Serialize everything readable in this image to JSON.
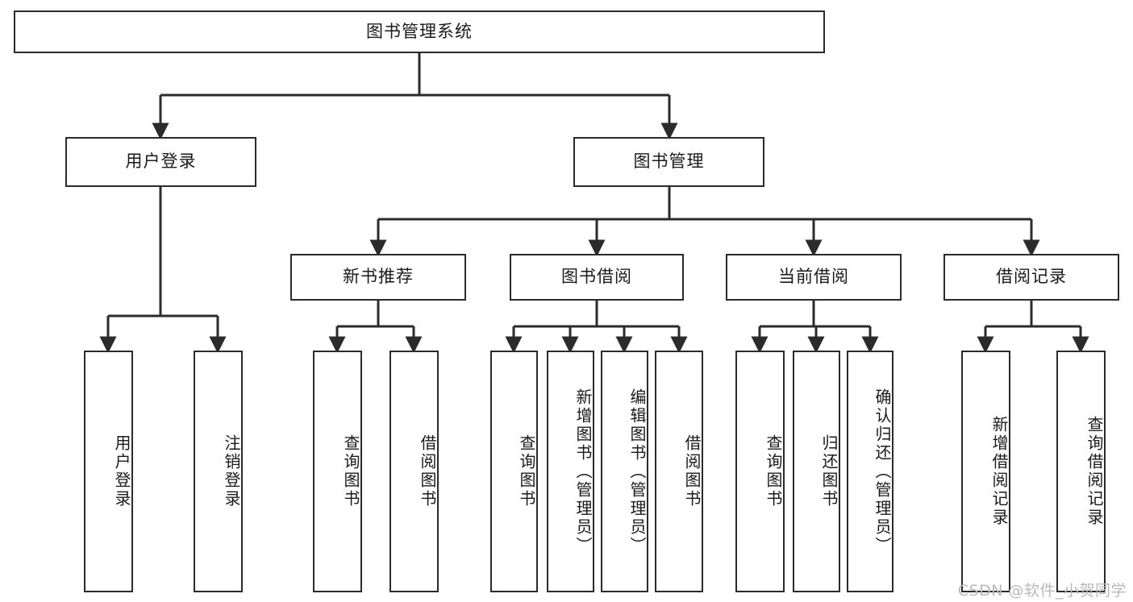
{
  "diagram": {
    "type": "tree",
    "title": "图书管理系统",
    "watermark": "CSDN @软件_小贺同学",
    "colors": {
      "box_border": "#2b2b2b",
      "box_fill": "#ffffff",
      "connector": "#2b2b2b",
      "text": "#1a1a1a",
      "watermark": "#b9b9b9"
    },
    "nodes": {
      "root": "图书管理系统",
      "level2": {
        "user_login": "用户登录",
        "book_manage": "图书管理"
      },
      "level3": {
        "new_book_recommend": "新书推荐",
        "book_borrow": "图书借阅",
        "current_borrow": "当前借阅",
        "borrow_record": "借阅记录"
      },
      "leaves": {
        "user_login_1": "用户登录",
        "user_login_2": "注销登录",
        "new_book_1": "查询图书",
        "new_book_2": "借阅图书",
        "book_borrow_1": "查询图书",
        "book_borrow_2": "新增图书（管理员）",
        "book_borrow_3": "编辑图书（管理员）",
        "book_borrow_4": "借阅图书",
        "current_borrow_1": "查询图书",
        "current_borrow_2": "归还图书",
        "current_borrow_3": "确认归还（管理员）",
        "borrow_record_1": "新增借阅记录",
        "borrow_record_2": "查询借阅记录"
      }
    }
  }
}
